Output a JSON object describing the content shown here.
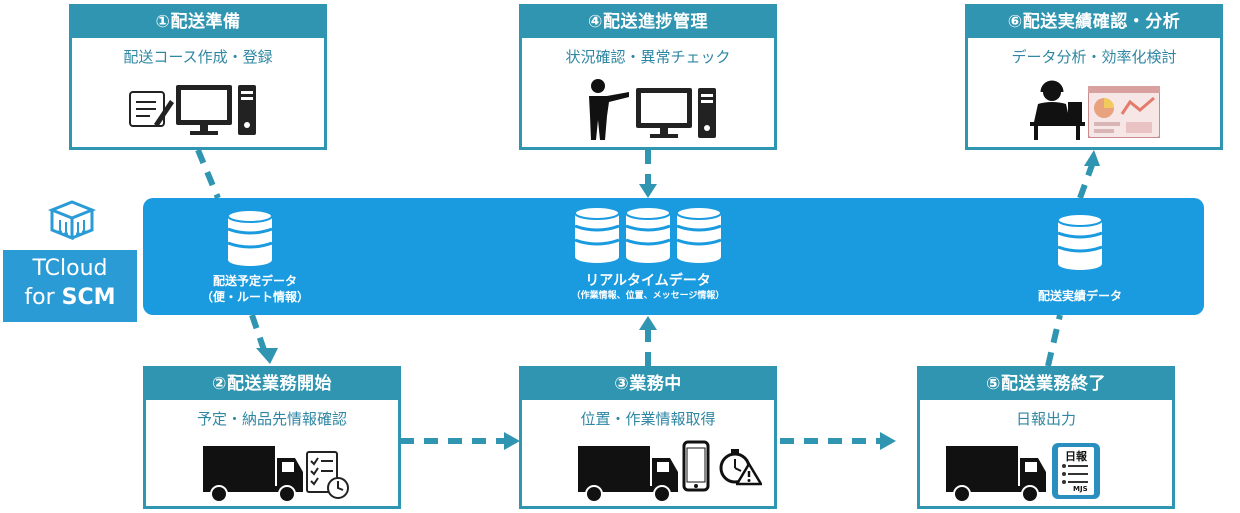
{
  "logo": {
    "line1": "TCloud",
    "line2_prefix": "for ",
    "line2_bold": "SCM"
  },
  "steps": {
    "s1": {
      "title": "①配送準備",
      "subtitle": "配送コース作成・登録"
    },
    "s2": {
      "title": "②配送業務開始",
      "subtitle": "予定・納品先情報確認"
    },
    "s3": {
      "title": "③業務中",
      "subtitle": "位置・作業情報取得"
    },
    "s4": {
      "title": "④配送進捗管理",
      "subtitle": "状況確認・異常チェック"
    },
    "s5": {
      "title": "⑤配送業務終了",
      "subtitle": "日報出力"
    },
    "s6": {
      "title": "⑥配送実績確認・分析",
      "subtitle": "データ分析・効率化検討"
    }
  },
  "band": {
    "scheduled": {
      "line1": "配送予定データ",
      "line2": "（便・ルート情報）"
    },
    "realtime": {
      "line1": "リアルタイムデータ",
      "line2": "（作業情報、位置、メッセージ情報）"
    },
    "results": {
      "line1": "配送実績データ"
    }
  },
  "report_icon": {
    "text1": "日報",
    "text2": "MJS"
  },
  "icons": [
    "database-icon",
    "computer-icon",
    "form-icon",
    "person-pointing-icon",
    "analyst-icon",
    "dashboard-icon",
    "truck-icon",
    "checklist-icon",
    "clock-icon",
    "smartphone-icon",
    "stopwatch-icon",
    "warning-icon",
    "daily-report-icon",
    "tcloud-logo-icon"
  ],
  "colors": {
    "accent": "#2f95b0",
    "band": "#1a9be0",
    "logo_bg": "#2b9bd6"
  }
}
